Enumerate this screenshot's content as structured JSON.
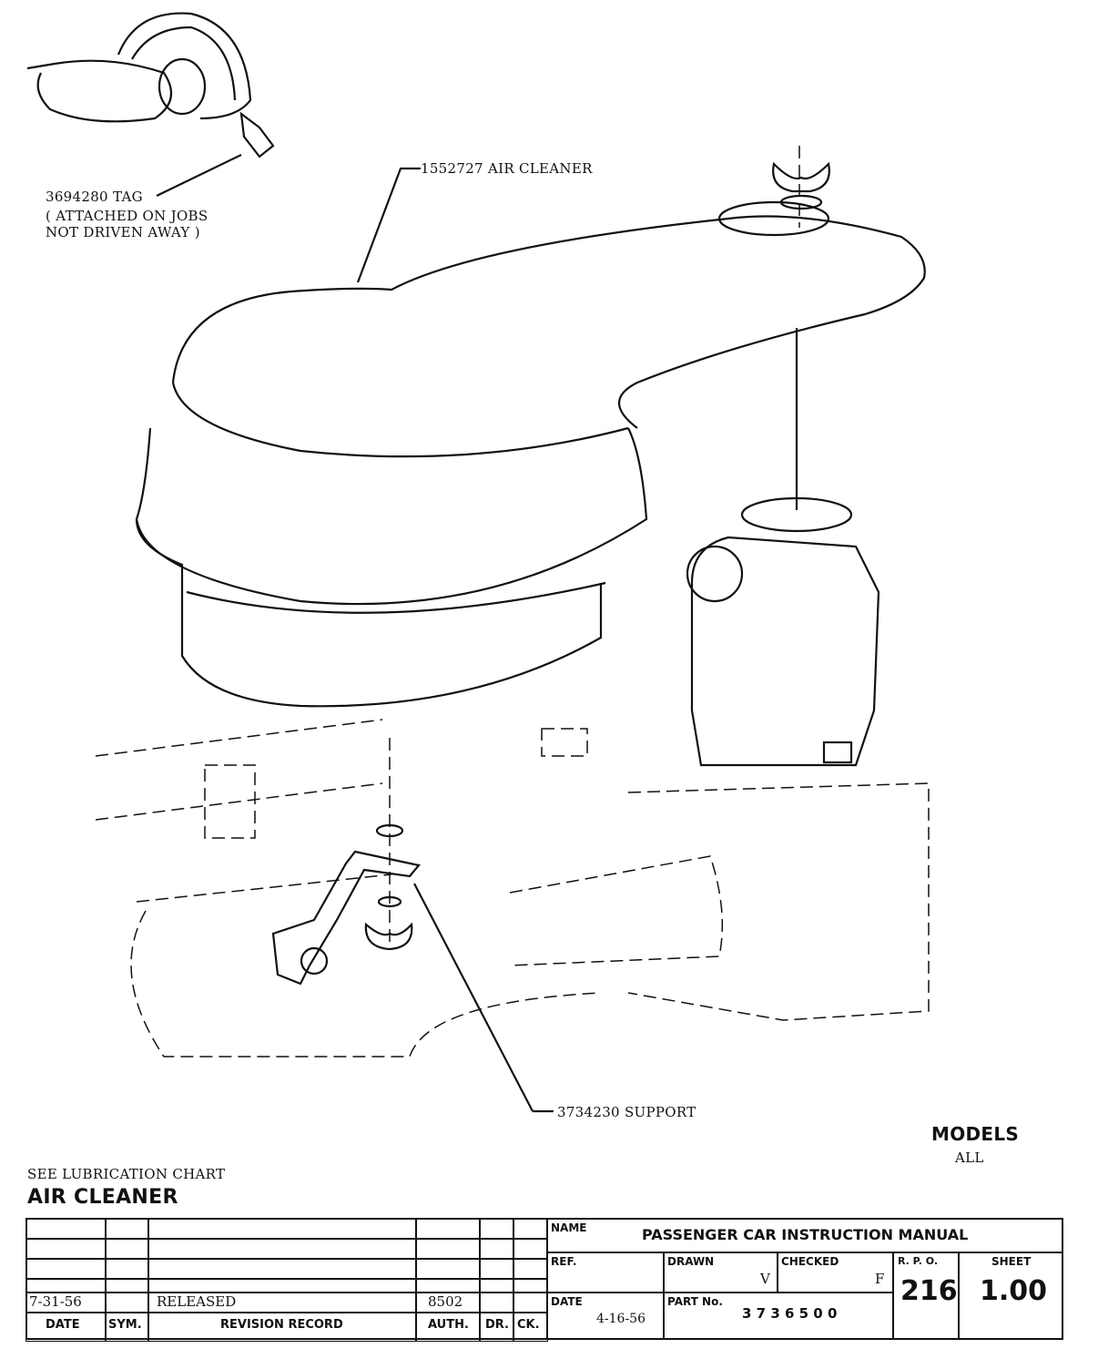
{
  "callouts": {
    "air_cleaner": "1552727 AIR CLEANER",
    "tag_line1": "3694280 TAG",
    "tag_line2": "( ATTACHED ON JOBS",
    "tag_line3": "NOT DRIVEN AWAY )",
    "support": "3734230 SUPPORT"
  },
  "models": {
    "label": "MODELS",
    "value": "ALL"
  },
  "note": "SEE LUBRICATION CHART",
  "title": "AIR CLEANER",
  "title_block": {
    "revision": {
      "date": "7-31-56",
      "record": "RELEASED",
      "auth": "8502",
      "headers": {
        "date": "DATE",
        "sym": "SYM.",
        "record": "REVISION RECORD",
        "auth": "AUTH.",
        "dr": "DR.",
        "ck": "CK."
      }
    },
    "name_label": "NAME",
    "name": "PASSENGER CAR INSTRUCTION MANUAL",
    "ref_label": "REF.",
    "drawn_label": "DRAWN",
    "drawn": "V",
    "checked_label": "CHECKED",
    "checked": "F",
    "rpo_label": "R. P. O.",
    "rpo": "216",
    "sheet_label": "SHEET",
    "sheet": "1.00",
    "date_label": "DATE",
    "date": "4-16-56",
    "part_label": "PART No.",
    "part": "3 7 3 6 5 0 0"
  }
}
